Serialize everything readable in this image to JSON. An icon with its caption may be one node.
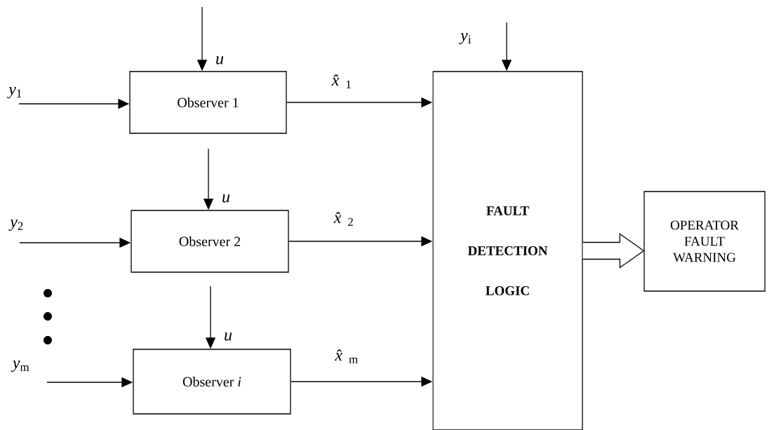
{
  "diagram": {
    "nodes": [
      {
        "text": [
          "Observer 1"
        ]
      },
      {
        "text": [
          "Observer 2"
        ]
      },
      {
        "text": [
          "Observer *i*"
        ]
      },
      {
        "text": [
          "FAULT DETECTION LOGIC"
        ]
      },
      {
        "text": [
          "OPERATOR FAULT WARNING"
        ]
      }
    ],
    "edges": [
      {
        "from": null,
        "to": 0,
        "arrow": "to",
        "label": "*u*"
      },
      {
        "from": null,
        "to": 0,
        "arrow": "to",
        "label": "*y*$_{1}$"
      },
      {
        "from": 0,
        "to": 3,
        "arrow": "to",
        "label": "*x̂*$_{1}$"
      },
      {
        "from": null,
        "to": 1,
        "arrow": "to",
        "label": "*u*"
      },
      {
        "from": null,
        "to": 1,
        "arrow": "to",
        "label": "*y*$_{2}$"
      },
      {
        "from": 1,
        "to": 3,
        "arrow": "to",
        "label": "*x̂*$_{2}$"
      },
      {
        "from": null,
        "to": 2,
        "arrow": "to",
        "label": "*u*"
      },
      {
        "from": null,
        "to": 2,
        "arrow": "to",
        "label": "*y*$_{m}$"
      },
      {
        "from": 2,
        "to": 3,
        "arrow": "to",
        "label": "*x̂*$_{m}$"
      },
      {
        "from": null,
        "to": 3,
        "arrow": "to",
        "label": "*y*$_{i}$"
      },
      {
        "from": 3,
        "to": 4,
        "arrow": "to",
        "style": "thick"
      }
    ]
  }
}
